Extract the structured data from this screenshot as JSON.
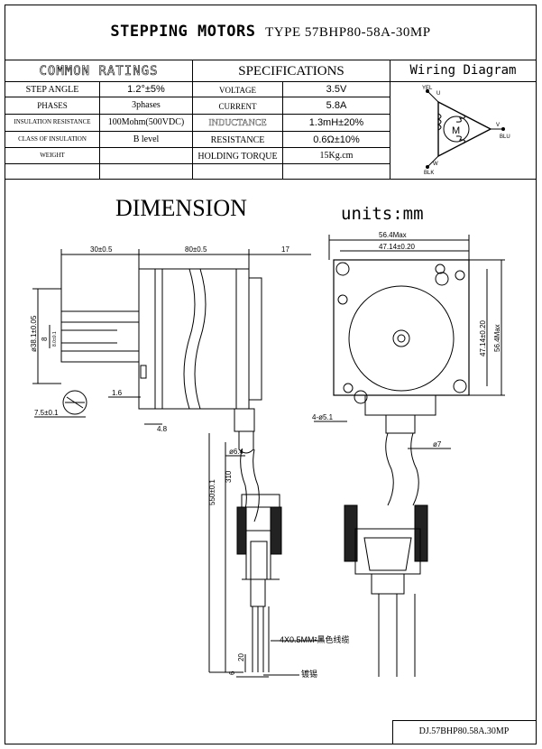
{
  "title": {
    "main": "STEPPING MOTORS",
    "type": "TYPE 57BHP80-58A-30MP"
  },
  "sections": {
    "common_ratings": "COMMON RATINGS",
    "specifications": "SPECIFICATIONS",
    "wiring_diagram": "Wiring Diagram"
  },
  "ratings": [
    {
      "label": "STEP ANGLE",
      "value": "1.2°±5%"
    },
    {
      "label": "PHASES",
      "value": "3phases"
    },
    {
      "label": "INSULATION RESISTANCE",
      "value": "100Mohm(500VDC)"
    },
    {
      "label": "CLASS OF INSULATION",
      "value": "B level"
    },
    {
      "label": "WEIGHT",
      "value": ""
    }
  ],
  "specs": [
    {
      "label": "VOLTAGE",
      "value": "3.5V"
    },
    {
      "label": "CURRENT",
      "value": "5.8A"
    },
    {
      "label": "INDUCTANCE",
      "value": "1.3mH±20%"
    },
    {
      "label": "RESISTANCE",
      "value": "0.6Ω±10%"
    },
    {
      "label": "HOLDING TORQUE",
      "value": "15Kg.cm"
    }
  ],
  "wiring": {
    "motor": "M",
    "yel": "YEL",
    "u": "U",
    "v": "V",
    "blu": "BLU",
    "w": "W",
    "blk": "BLK"
  },
  "dimension": {
    "heading": "DIMENSION",
    "units": "units:mm",
    "labels": {
      "d30": "30±0.5",
      "d80": "80±0.5",
      "d17": "17",
      "shaft": "ø38.1±0.05",
      "d8": "8",
      "key": "8.0±0.1",
      "d16": "1.6",
      "d75": "7.5±0.1",
      "d48": "4.8",
      "d564": "56.4Max",
      "d4714": "47.14±0.20",
      "d4714v": "47.14±0.20",
      "d564v": "56.4Max",
      "holes": "4-ø5.1",
      "phi7": "ø7",
      "phi64": "ø6.4",
      "d550": "550±0.1",
      "d310": "310",
      "wire": "4X0.5MM²黑色线缆",
      "d20": "20",
      "d6": "6",
      "tin": "镀锡"
    }
  },
  "footer": "DJ.57BHP80.58A.30MP"
}
